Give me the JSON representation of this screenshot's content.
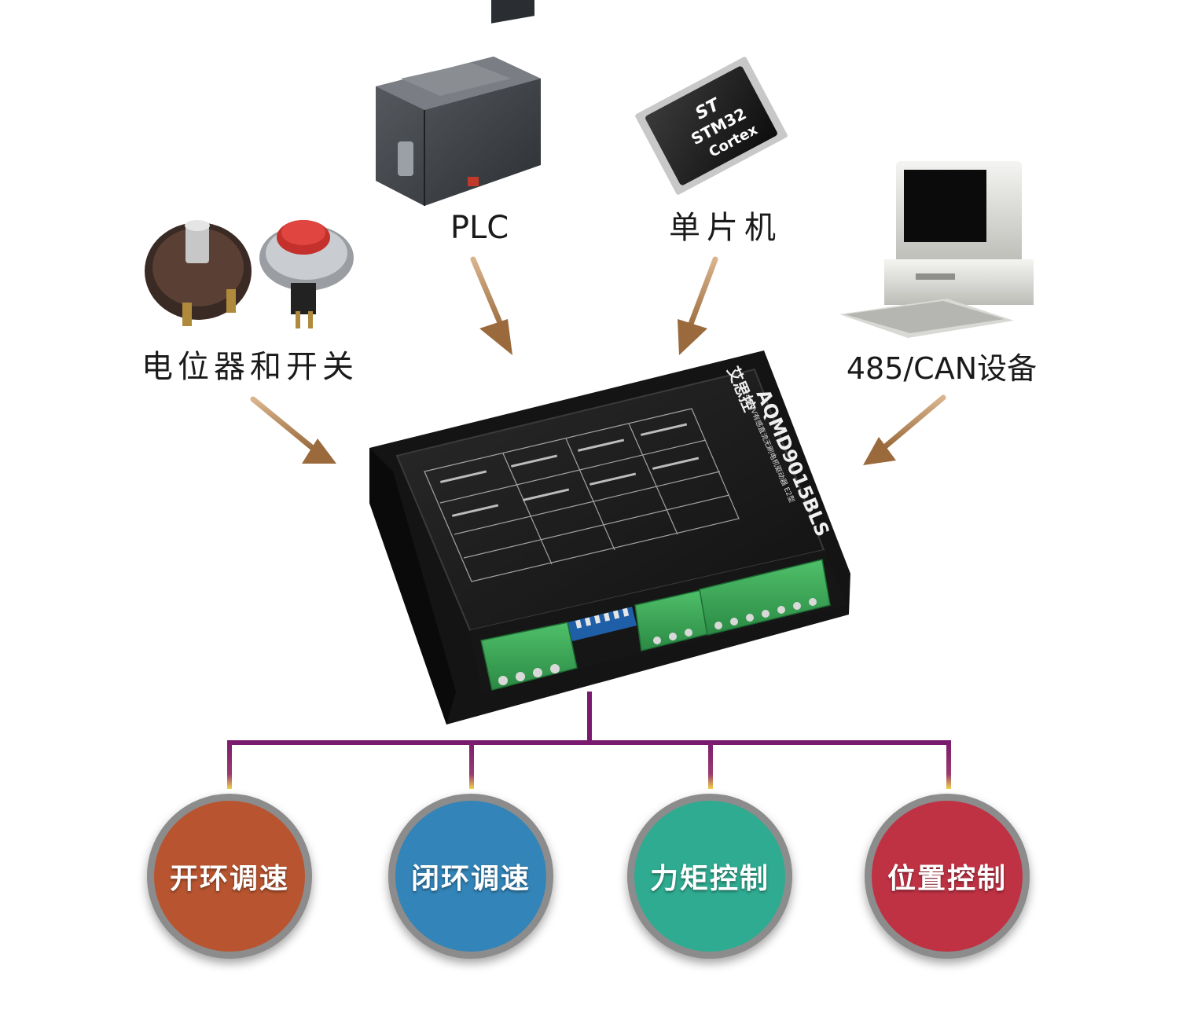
{
  "inputs": {
    "plc": {
      "label": "PLC",
      "icon": "plc-icon"
    },
    "mcu": {
      "label": "单片机",
      "icon": "mcu-chip-icon",
      "chip_text": {
        "brand": "ST",
        "line1": "STM32",
        "line2": "Cortex"
      }
    },
    "pot": {
      "label": "电位器和开关",
      "icon": "potentiometer-switch-icon"
    },
    "can": {
      "label": "485/CAN设备",
      "icon": "computer-icon"
    }
  },
  "driver": {
    "brand": "艾思控",
    "model": "AQMD9015BLS",
    "subtitle": "24-90V有感直流无刷电机驱动器 E2型"
  },
  "modes": [
    {
      "label": "开环调速",
      "color": "#b85530"
    },
    {
      "label": "闭环调速",
      "color": "#3384b8"
    },
    {
      "label": "力矩控制",
      "color": "#2fab91"
    },
    {
      "label": "位置控制",
      "color": "#bf3244"
    }
  ],
  "colors": {
    "arrow": "#b07a4a",
    "tree": "#7a1a6e",
    "tree_tip": "#f2d34a"
  }
}
